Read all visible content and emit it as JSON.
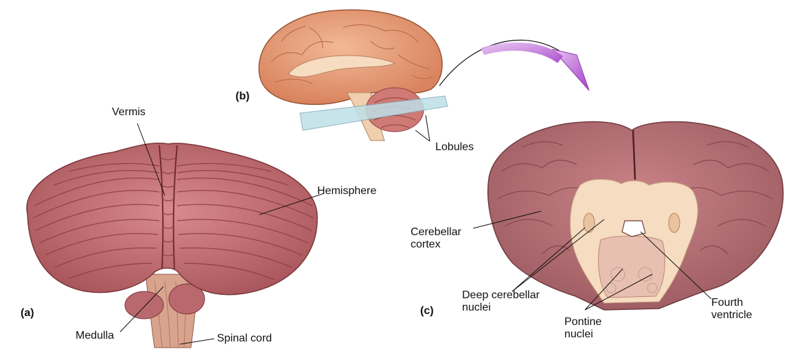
{
  "panels": {
    "a": "(a)",
    "b": "(b)",
    "c": "(c)"
  },
  "labels": {
    "vermis": "Vermis",
    "hemisphere": "Hemisphere",
    "medulla": "Medulla",
    "spinal_cord": "Spinal cord",
    "lobules": "Lobules",
    "cerebellar_cortex_1": "Cerebellar",
    "cerebellar_cortex_2": "cortex",
    "deep_nuclei_1": "Deep cerebellar",
    "deep_nuclei_2": "nuclei",
    "pontine_1": "Pontine",
    "pontine_2": "nuclei",
    "fourth_1": "Fourth",
    "fourth_2": "ventricle"
  },
  "colors": {
    "cerebellum": "#c8767a",
    "folia_line": "#8e3f44",
    "brain": "#e9a07f",
    "white_matter": "#f6dcc0",
    "slice_plane": "#bfe0e8",
    "arrow": "#b25ad0"
  }
}
